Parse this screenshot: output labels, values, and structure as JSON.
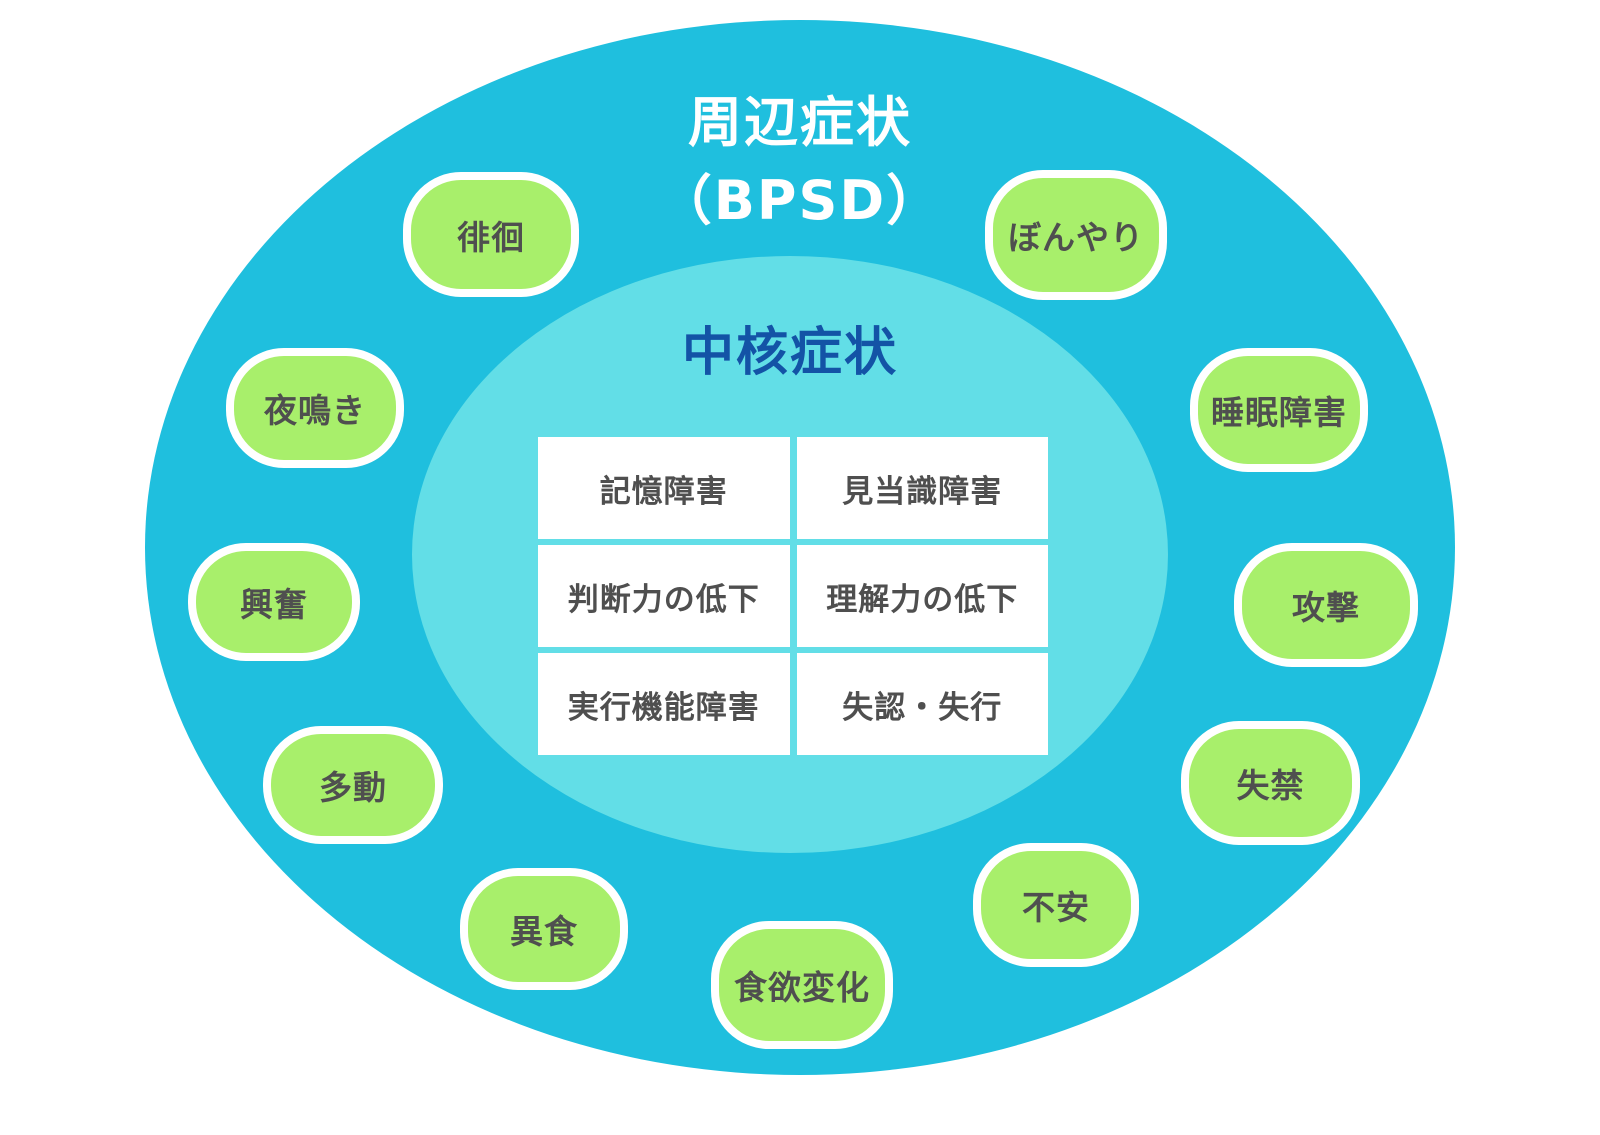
{
  "diagram": {
    "outer_title_line1": "周辺症状",
    "outer_title_line2": "（BPSD）",
    "inner_title": "中核症状"
  },
  "core_symptoms": [
    "記憶障害",
    "見当識障害",
    "判断力の低下",
    "理解力の低下",
    "実行機能障害",
    "失認・失行"
  ],
  "peripheral_symptoms": [
    "徘徊",
    "ぼんやり",
    "夜鳴き",
    "睡眠障害",
    "興奮",
    "攻撃",
    "多動",
    "失禁",
    "異食",
    "食欲変化",
    "不安"
  ],
  "colors": {
    "outer_ellipse": "#1FBFDE",
    "inner_ellipse": "#62DEE7",
    "pill_fill": "#A8EF6B",
    "pill_border": "#FFFFFF",
    "outer_title": "#FFFFFF",
    "inner_title": "#1353A6",
    "symptom_text": "#4F4F4F",
    "core_box_fill": "#FFFFFF"
  }
}
